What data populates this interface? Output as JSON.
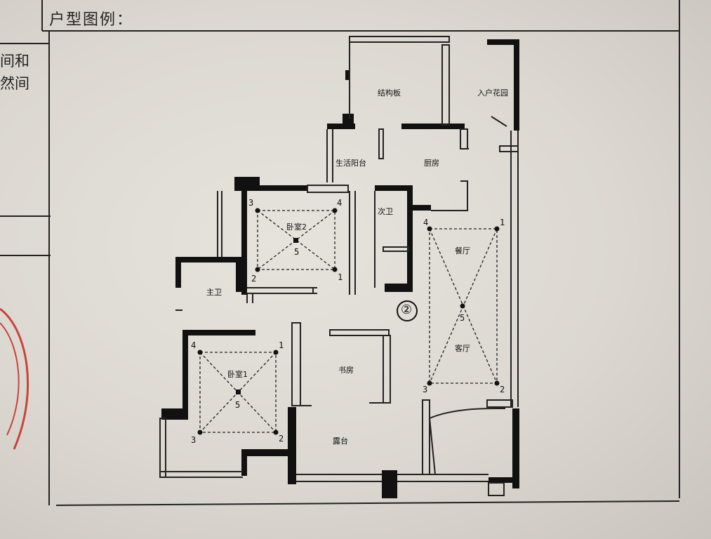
{
  "page": {
    "title": "户型图例：",
    "side_text_line1": "间和",
    "side_text_line2": "然间"
  },
  "rooms": {
    "jiegouban": "结构板",
    "ruhu_huayuan": "入户花园",
    "shenghuo_yangtai": "生活阳台",
    "chufang": "厨房",
    "ciwei": "次卫",
    "woshi2": "卧室2",
    "zhuwei": "主卫",
    "canting": "餐厅",
    "keting": "客厅",
    "woshi1": "卧室1",
    "shufang": "书房",
    "lutai": "露台"
  },
  "unit_mark": "②",
  "points": {
    "woshi2": {
      "p1": "1",
      "p2": "2",
      "p3": "3",
      "p4": "4",
      "p5": "5"
    },
    "living": {
      "p1": "1",
      "p2": "2",
      "p3": "3",
      "p4": "4",
      "p5": "5"
    },
    "woshi1": {
      "p1": "1",
      "p2": "2",
      "p3": "3",
      "p4": "4",
      "p5": "5"
    }
  },
  "colors": {
    "wall": "#111111",
    "line": "#333333",
    "stamp": "#c8443c"
  }
}
